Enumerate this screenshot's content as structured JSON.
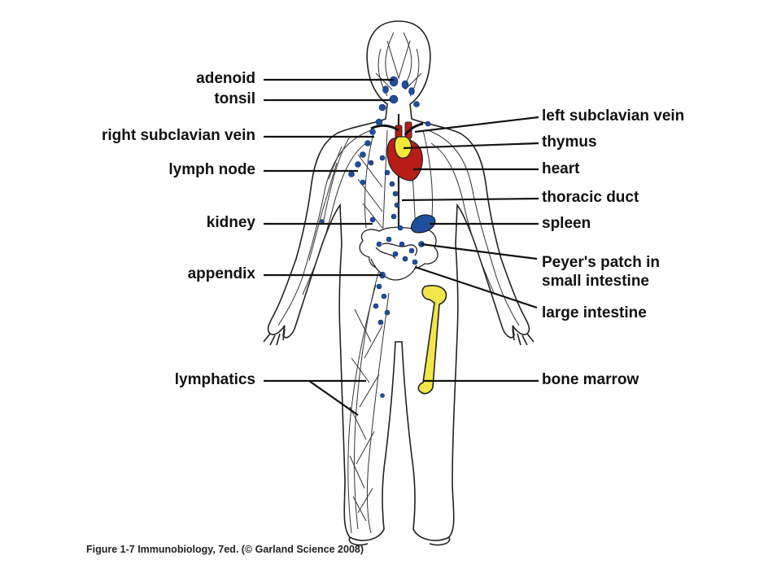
{
  "labels_left": {
    "adenoid": "adenoid",
    "tonsil": "tonsil",
    "right_subclavian_vein": "right subclavian vein",
    "lymph_node": "lymph node",
    "kidney": "kidney",
    "appendix": "appendix",
    "lymphatics": "lymphatics"
  },
  "labels_right": {
    "left_subclavian_vein": "left subclavian vein",
    "thymus": "thymus",
    "heart": "heart",
    "thoracic_duct": "thoracic duct",
    "spleen": "spleen",
    "peyers_patch_line1": "Peyer's patch in",
    "peyers_patch_line2": "small intestine",
    "large_intestine": "large intestine",
    "bone_marrow": "bone marrow"
  },
  "caption": "Figure 1-7  Immunobiology, 7ed. (© Garland Science 2008)",
  "colors": {
    "node": "#1f4e9c",
    "heart": "#b81d18",
    "thymus": "#f5e83a",
    "bone": "#f2e64b",
    "spleen": "#1f4e9c",
    "outline": "#222222"
  }
}
